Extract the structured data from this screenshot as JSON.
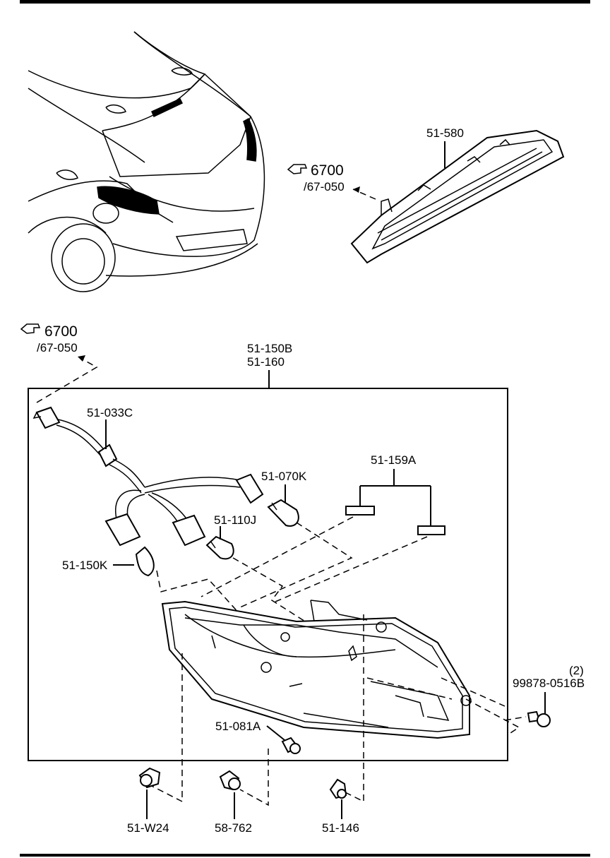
{
  "diagram": {
    "references": [
      {
        "ref": "6700",
        "sub": "/67-050"
      },
      {
        "ref": "6700",
        "sub": "/67-050"
      }
    ],
    "labels": {
      "high_mount_lamp": "51-580",
      "rear_combination_lamp": [
        "51-150B",
        "51-160"
      ],
      "harness": "51-033C",
      "bulb_stop": "51-070K",
      "bulb_turn": "51-110J",
      "bulb_pos": "51-150K",
      "reflector_pads": "51-159A",
      "bolt_qty": "(2)",
      "bolt": "99878-0516B",
      "nut": "51-081A",
      "clip": "51-W24",
      "fastener": "58-762",
      "grommet": "51-146"
    },
    "icon": "hand-pointer-icon"
  }
}
